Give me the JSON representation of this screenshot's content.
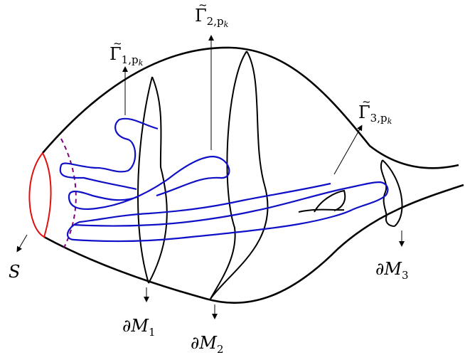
{
  "colors": {
    "boundary": "#000000",
    "curves": "#1010c8",
    "section": "#e01010",
    "dashed": "#800080"
  },
  "labels": {
    "S": "S",
    "dM1": {
      "partial": "∂",
      "M": "M",
      "sub": "1"
    },
    "dM2": {
      "partial": "∂",
      "M": "M",
      "sub": "2"
    },
    "dM3": {
      "partial": "∂",
      "M": "M",
      "sub": "3"
    },
    "gamma1": {
      "tilde": "~",
      "base": "Γ",
      "sub": "1,",
      "p": "p",
      "k": "k"
    },
    "gamma2": {
      "tilde": "~",
      "base": "Γ",
      "sub": "2,",
      "p": "p",
      "k": "k"
    },
    "gamma3": {
      "tilde": "~",
      "base": "Γ",
      "sub": "3,",
      "p": "p",
      "k": "k"
    }
  }
}
